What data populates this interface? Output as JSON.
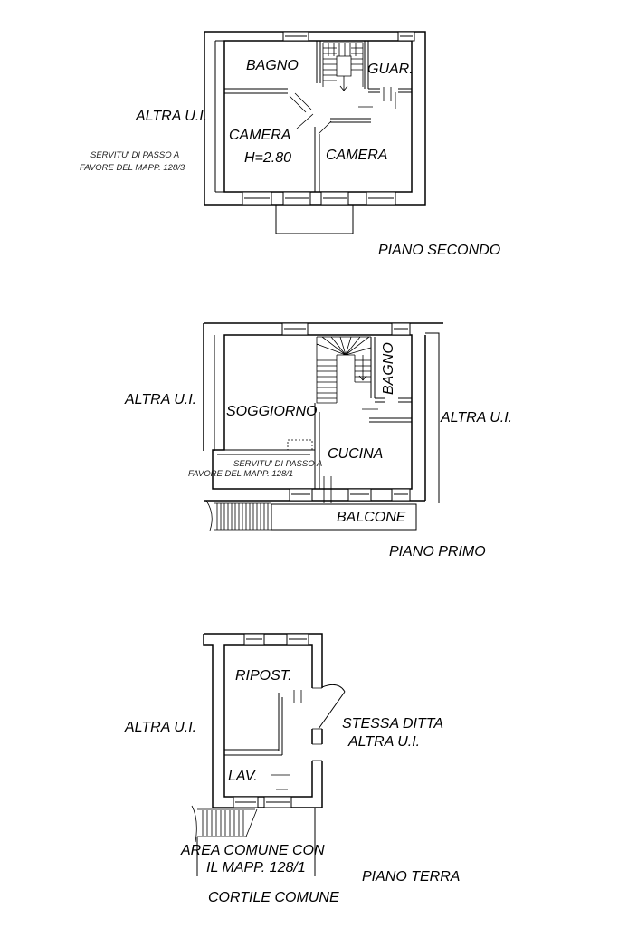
{
  "piano_secondo": {
    "title": "PIANO SECONDO",
    "neighbor_left": "ALTRA U.I.",
    "easement": [
      "SERVITU' DI PASSO A",
      "FAVORE DEL MAPP. 128/3"
    ],
    "rooms": {
      "bagno": "BAGNO",
      "guardaroba": "GUAR.",
      "camera_1": "CAMERA",
      "camera_2": "CAMERA"
    },
    "height": "H=2.80"
  },
  "piano_primo": {
    "title": "PIANO PRIMO",
    "neighbor_left": "ALTRA U.I.",
    "neighbor_right": "ALTRA U.I.",
    "easement": [
      "SERVITU' DI PASSO A",
      "FAVORE DEL MAPP. 128/1"
    ],
    "rooms": {
      "soggiorno": "SOGGIORNO",
      "bagno": "BAGNO",
      "cucina": "CUCINA",
      "balcone": "BALCONE"
    }
  },
  "piano_terra": {
    "title": "PIANO TERRA",
    "neighbor_left": "ALTRA U.I.",
    "neighbor_right": [
      "STESSA DITTA",
      "ALTRA U.I."
    ],
    "rooms": {
      "ripostiglio": "RIPOST.",
      "lavanderia": "LAV."
    },
    "common_area": [
      "AREA COMUNE CON",
      "IL MAPP. 128/1"
    ],
    "courtyard": "CORTILE COMUNE"
  }
}
